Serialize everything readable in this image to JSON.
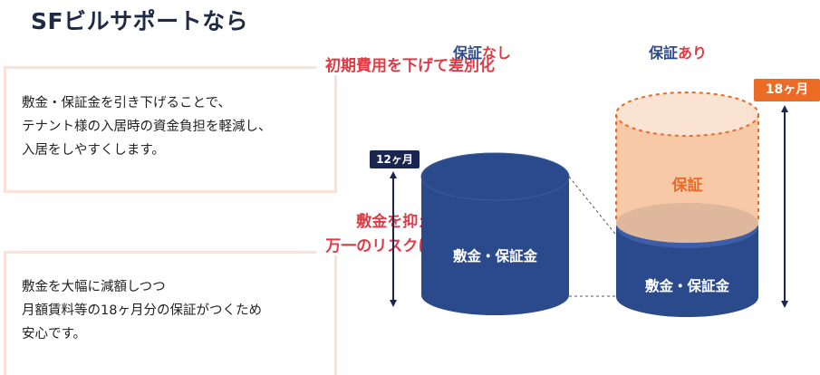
{
  "header": {
    "title": "SFビルサポートなら"
  },
  "cards": [
    {
      "heading_lines": [
        "初期費用を下げて差別化"
      ],
      "body_lines": [
        "敷金・保証金を引き下げることで、",
        "テナント様の入居時の資金負担を軽減し、",
        "入居をしやすくします。"
      ]
    },
    {
      "heading_lines": [
        "敷金を抑えつつ",
        "万一のリスクにも備える"
      ],
      "body_lines": [
        "敷金を大幅に減額しつつ",
        "月額賃料等の18ヶ月分の保証がつくため",
        "安心です。"
      ]
    }
  ],
  "comparison": {
    "without": {
      "label_main": "保証",
      "label_accent": "なし",
      "months_tag": "12ヶ月",
      "cylinder_label": "敷金・保証金"
    },
    "with": {
      "label_main": "保証",
      "label_accent": "あり",
      "months_tag": "18ヶ月",
      "cylinder_label": "敷金・保証金",
      "guarantee_label": "保証"
    }
  },
  "colors": {
    "navy": "#2b4a8b",
    "navy_dark": "#1a2550",
    "red_accent": "#e03b45",
    "orange": "#ec6b25",
    "peach": "#f8c9a6"
  }
}
